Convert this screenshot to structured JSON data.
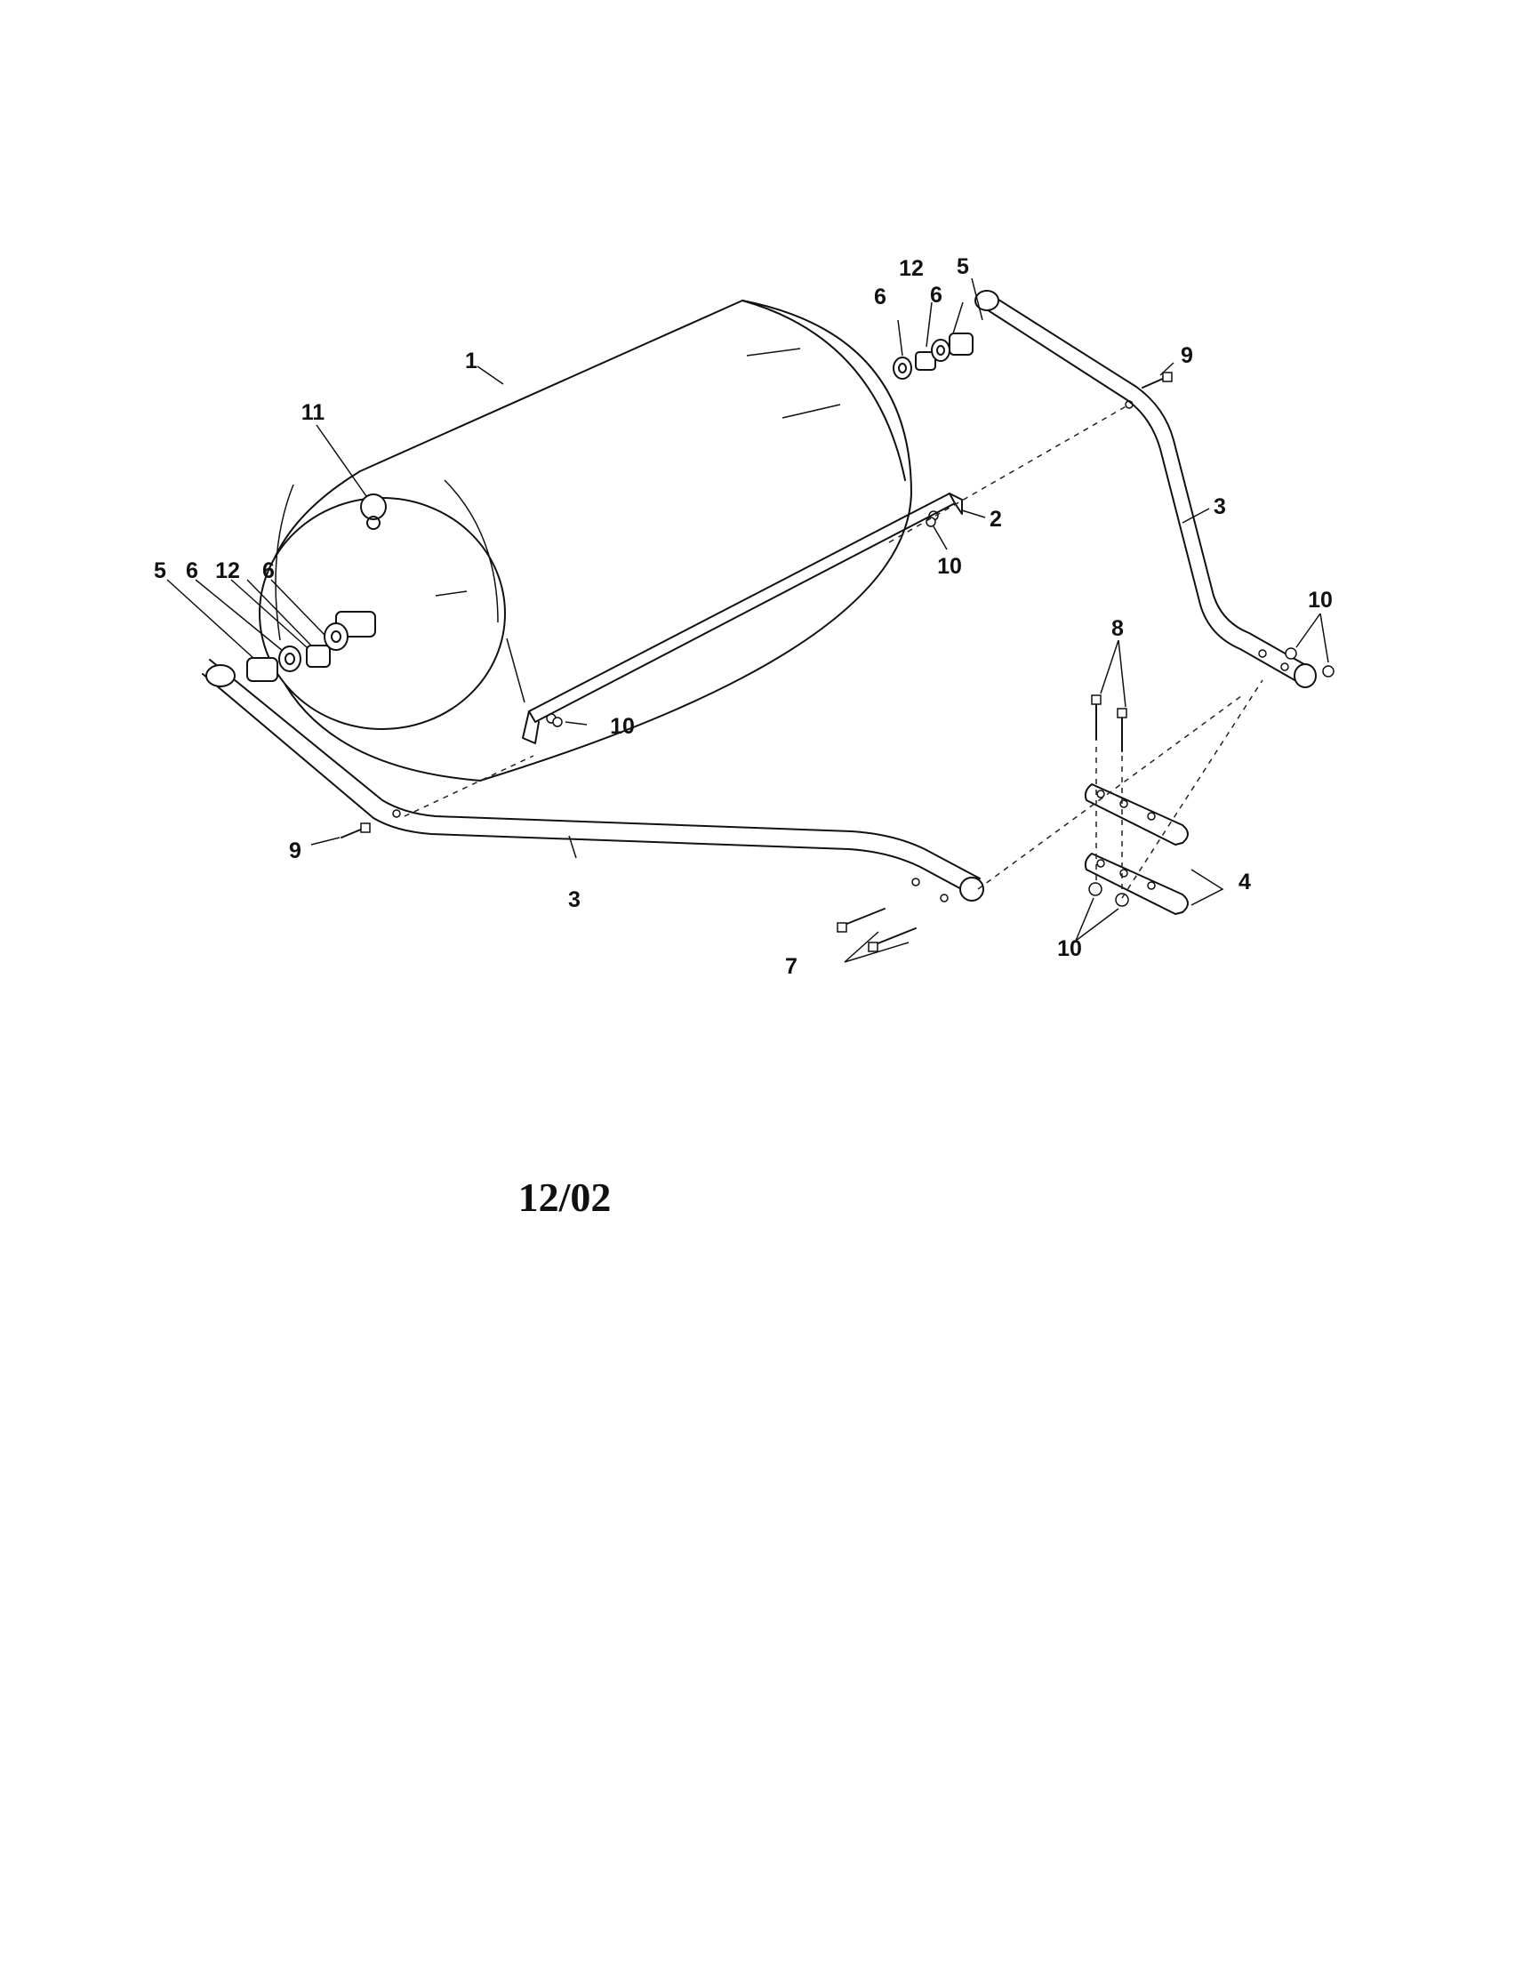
{
  "diagram": {
    "callouts": {
      "c1": "1",
      "c2": "2",
      "c3_right": "3",
      "c3_left": "3",
      "c4": "4",
      "c5_left": "5",
      "c5_right": "5",
      "c6_left_a": "6",
      "c6_left_b": "6",
      "c6_right_a": "6",
      "c6_right_b": "6",
      "c7": "7",
      "c8": "8",
      "c9_left": "9",
      "c9_right": "9",
      "c10_bracket": "10",
      "c10_scraper_left": "10",
      "c10_right_handle": "10",
      "c10_tongue": "10",
      "c11": "11",
      "c12_left": "12",
      "c12_right": "12"
    },
    "revision": "12/02"
  }
}
